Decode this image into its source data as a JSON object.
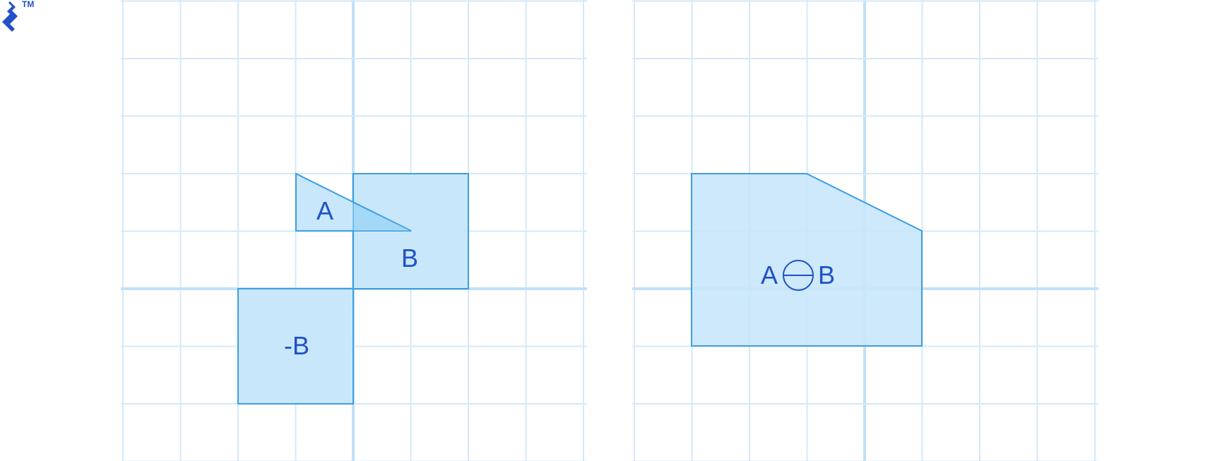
{
  "logo": {
    "name": "toptal-logo",
    "mark": "TM"
  },
  "colors": {
    "grid": "#d4e9f9",
    "axis": "#c2e0f6",
    "shape_fill": "#c8e7fb",
    "overlap_fill": "#a3d8f7",
    "shape_stroke": "#3d9ee0",
    "label": "#2150c8",
    "logo": "#2150c8"
  },
  "left_panel": {
    "name": "minkowski-operands-panel",
    "labels": {
      "a": "A",
      "b": "B",
      "neg_b": "-B"
    }
  },
  "right_panel": {
    "name": "minkowski-difference-panel",
    "labels": {
      "a": "A",
      "b": "B"
    },
    "operator_icon": "circled-minus-icon"
  }
}
